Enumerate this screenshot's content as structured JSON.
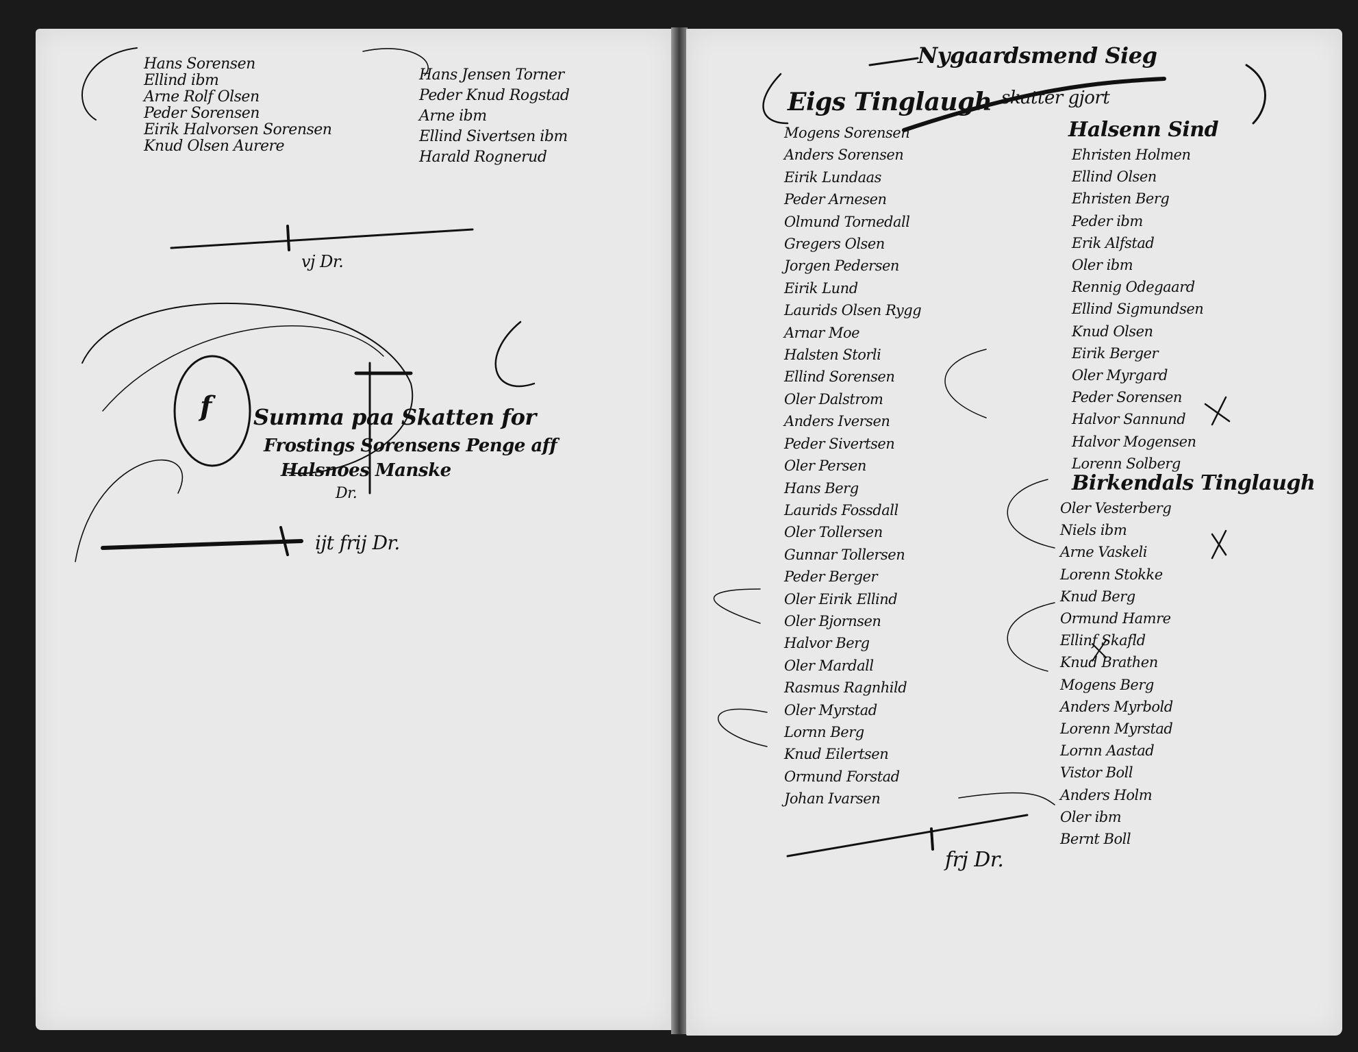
{
  "left_page": {
    "list_a": [
      "Hans Sorensen",
      "Ellind ibm",
      "Arne Rolf Olsen",
      "Peder Sorensen",
      "Eirik Halvorsen Sorensen",
      "Knud Olsen Aurere"
    ],
    "list_b": [
      "Hans Jensen Torner",
      "Peder Knud Rogstad",
      "Arne ibm",
      "Ellind Sivertsen ibm",
      "Harald Rognerud"
    ],
    "total_1": "vj Dr.",
    "summary_initial": "f",
    "summary_lines": [
      "Summa paa Skatten for",
      "Frostings Sorensens Penge aff",
      "Halsnoes Manske"
    ],
    "summary_marker": "Dr.",
    "summary_total": "ijt frij Dr."
  },
  "right_page": {
    "heading": "Nygaardsmend Sieg",
    "heading_line2": "Eigs Tinglaugh",
    "heading_right": "skatter gjort",
    "col1": [
      "Mogens Sorensen",
      "Anders Sorensen",
      "Eirik Lundaas",
      "Peder Arnesen",
      "Olmund Tornedall",
      "Gregers Olsen",
      "Jorgen Pedersen",
      "Eirik Lund",
      "Laurids Olsen Rygg",
      "Arnar Moe",
      "Halsten Storli",
      "Ellind Sorensen",
      "Oler Dalstrom",
      "Anders Iversen",
      "Peder Sivertsen",
      "Oler Persen",
      "Hans Berg",
      "Laurids Fossdall",
      "Oler Tollersen",
      "Gunnar Tollersen",
      "Peder Berger",
      "Oler Eirik Ellind",
      "Oler Bjornsen",
      "Halvor Berg",
      "Oler Mardall",
      "Rasmus Ragnhild",
      "Oler Myrstad",
      "Lornn Berg",
      "Knud Eilertsen",
      "Ormund Forstad",
      "Johan Ivarsen"
    ],
    "col2_heading": "Halsenn Sind",
    "col2": [
      "Ehristen Holmen",
      "Ellind Olsen",
      "Ehristen Berg",
      "Peder ibm",
      "Erik Alfstad",
      "Oler ibm",
      "Rennig Odegaard",
      "Ellind Sigmundsen",
      "Knud Olsen",
      "Eirik Berger",
      "Oler Myrgard",
      "Peder Sorensen",
      "Halvor Sannund",
      "Halvor Mogensen",
      "Lorenn Solberg"
    ],
    "col2_subheading": "Birkendals Tinglaugh",
    "col3": [
      "Oler Vesterberg",
      "Niels ibm",
      "Arne Vaskeli",
      "Lorenn Stokke",
      "Knud Berg",
      "Ormund Hamre",
      "Ellinf Skafld",
      "Knud Brathen",
      "Mogens Berg",
      "Anders Myrbold",
      "Lorenn Myrstad",
      "Lornn Aastad",
      "Vistor Boll",
      "Anders Holm",
      "Oler ibm",
      "Bernt Boll"
    ],
    "total": "frj Dr."
  }
}
